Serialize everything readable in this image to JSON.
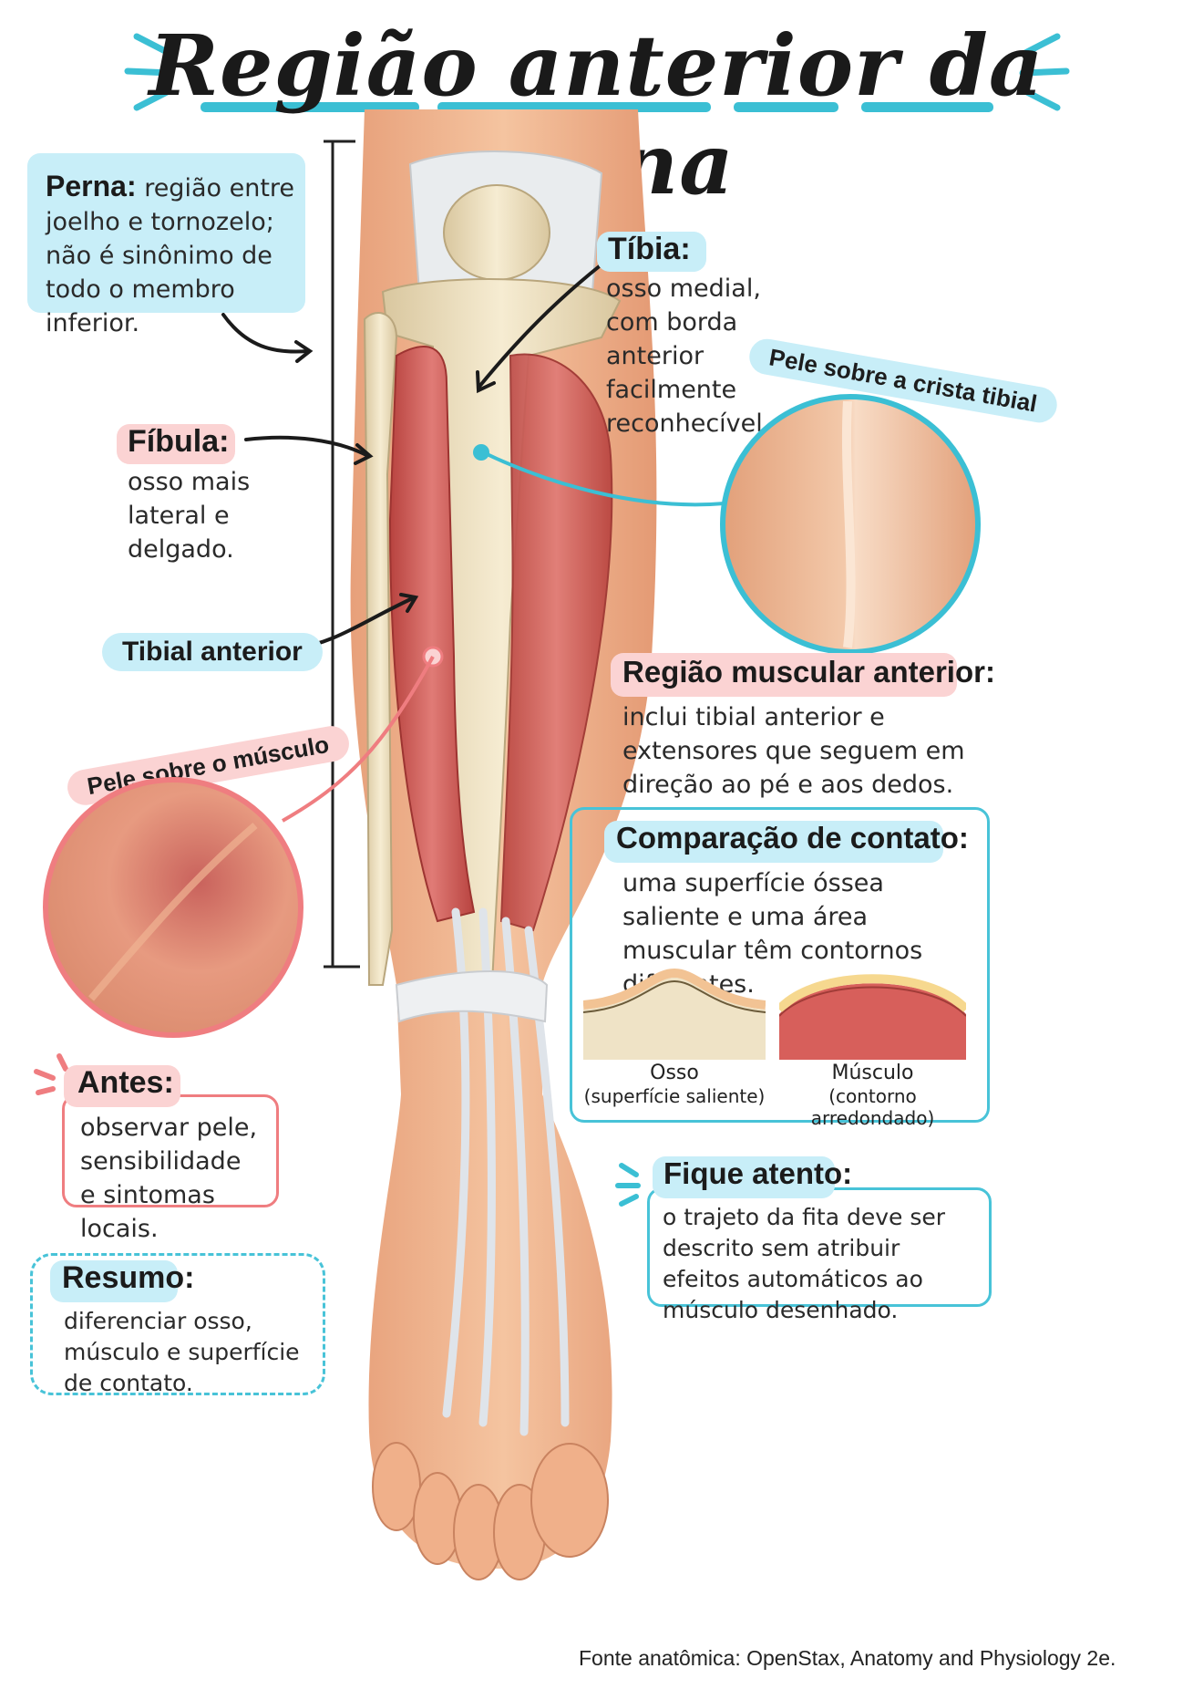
{
  "title": "Região anterior da perna",
  "perna": {
    "heading": "Perna:",
    "text": "região entre joelho e tornozelo; não é sinônimo de todo o membro inferior."
  },
  "fibula": {
    "heading": "Fíbula:",
    "text": "osso mais lateral e delgado."
  },
  "tibial_anterior": {
    "label": "Tibial anterior"
  },
  "tibia": {
    "heading": "Tíbia:",
    "text": "osso medial, com borda anterior facilmente reconhecível."
  },
  "skin_tibial_circle": {
    "title": "Pele sobre a crista tibial"
  },
  "skin_muscle_circle": {
    "title": "Pele sobre o músculo"
  },
  "regiao_muscular": {
    "heading": "Região muscular anterior:",
    "text": "inclui tibial anterior e extensores que seguem em direção ao pé e aos dedos."
  },
  "comparacao": {
    "heading": "Comparação de contato:",
    "text": "uma superfície óssea saliente e uma área muscular têm contornos diferentes.",
    "osso_label": "Osso",
    "osso_sub": "(superfície saliente)",
    "musculo_label": "Músculo",
    "musculo_sub": "(contorno arredondado)"
  },
  "antes": {
    "heading": "Antes:",
    "text": "observar pele, sensibilidade e sintomas locais."
  },
  "fique_atento": {
    "heading": "Fique atento:",
    "text": "o trajeto da fita deve ser descrito sem atribuir efeitos automáticos ao músculo desenhado."
  },
  "resumo": {
    "heading": "Resumo:",
    "text": "diferenciar osso, músculo e superfície de contato."
  },
  "source": "Fonte anatômica: OpenStax, Anatomy and Physiology 2e.",
  "colors": {
    "accent_blue": "#3bbfd4",
    "accent_pink": "#ef7d80",
    "bone": "#efe3c6",
    "muscle": "#c9524f",
    "skin": "#f0b48c"
  }
}
